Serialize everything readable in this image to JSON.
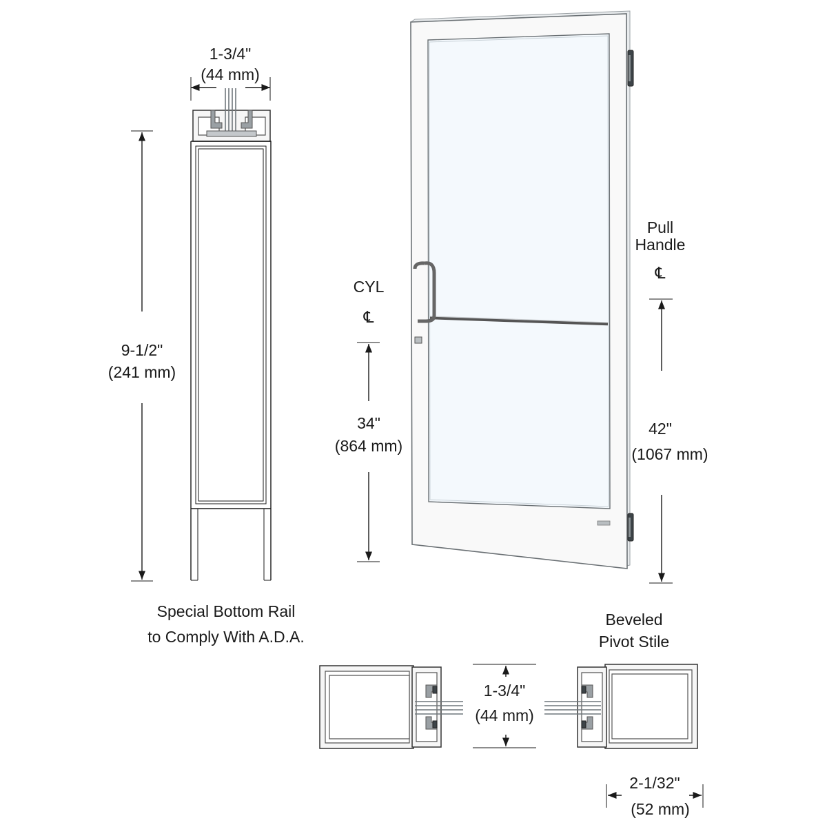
{
  "rail_width": {
    "imperial": "1-3/4\"",
    "metric": "(44 mm)"
  },
  "rail_height": {
    "imperial": "9-1/2\"",
    "metric": "(241 mm)"
  },
  "rail_caption": {
    "line1": "Special Bottom Rail",
    "line2": "to Comply With A.D.A."
  },
  "cylinder": {
    "label": "CYL",
    "symbol": "℄",
    "imperial": "34\"",
    "metric": "(864 mm)"
  },
  "pull_handle": {
    "line1": "Pull",
    "line2": "Handle",
    "symbol": "℄",
    "imperial": "42\"",
    "metric": "(1067 mm)"
  },
  "stile_caption": {
    "line1": "Beveled",
    "line2": "Pivot Stile"
  },
  "stile_depth": {
    "imperial": "1-3/4\"",
    "metric": "(44 mm)"
  },
  "stile_width": {
    "imperial": "2-1/32\"",
    "metric": "(52 mm)"
  }
}
